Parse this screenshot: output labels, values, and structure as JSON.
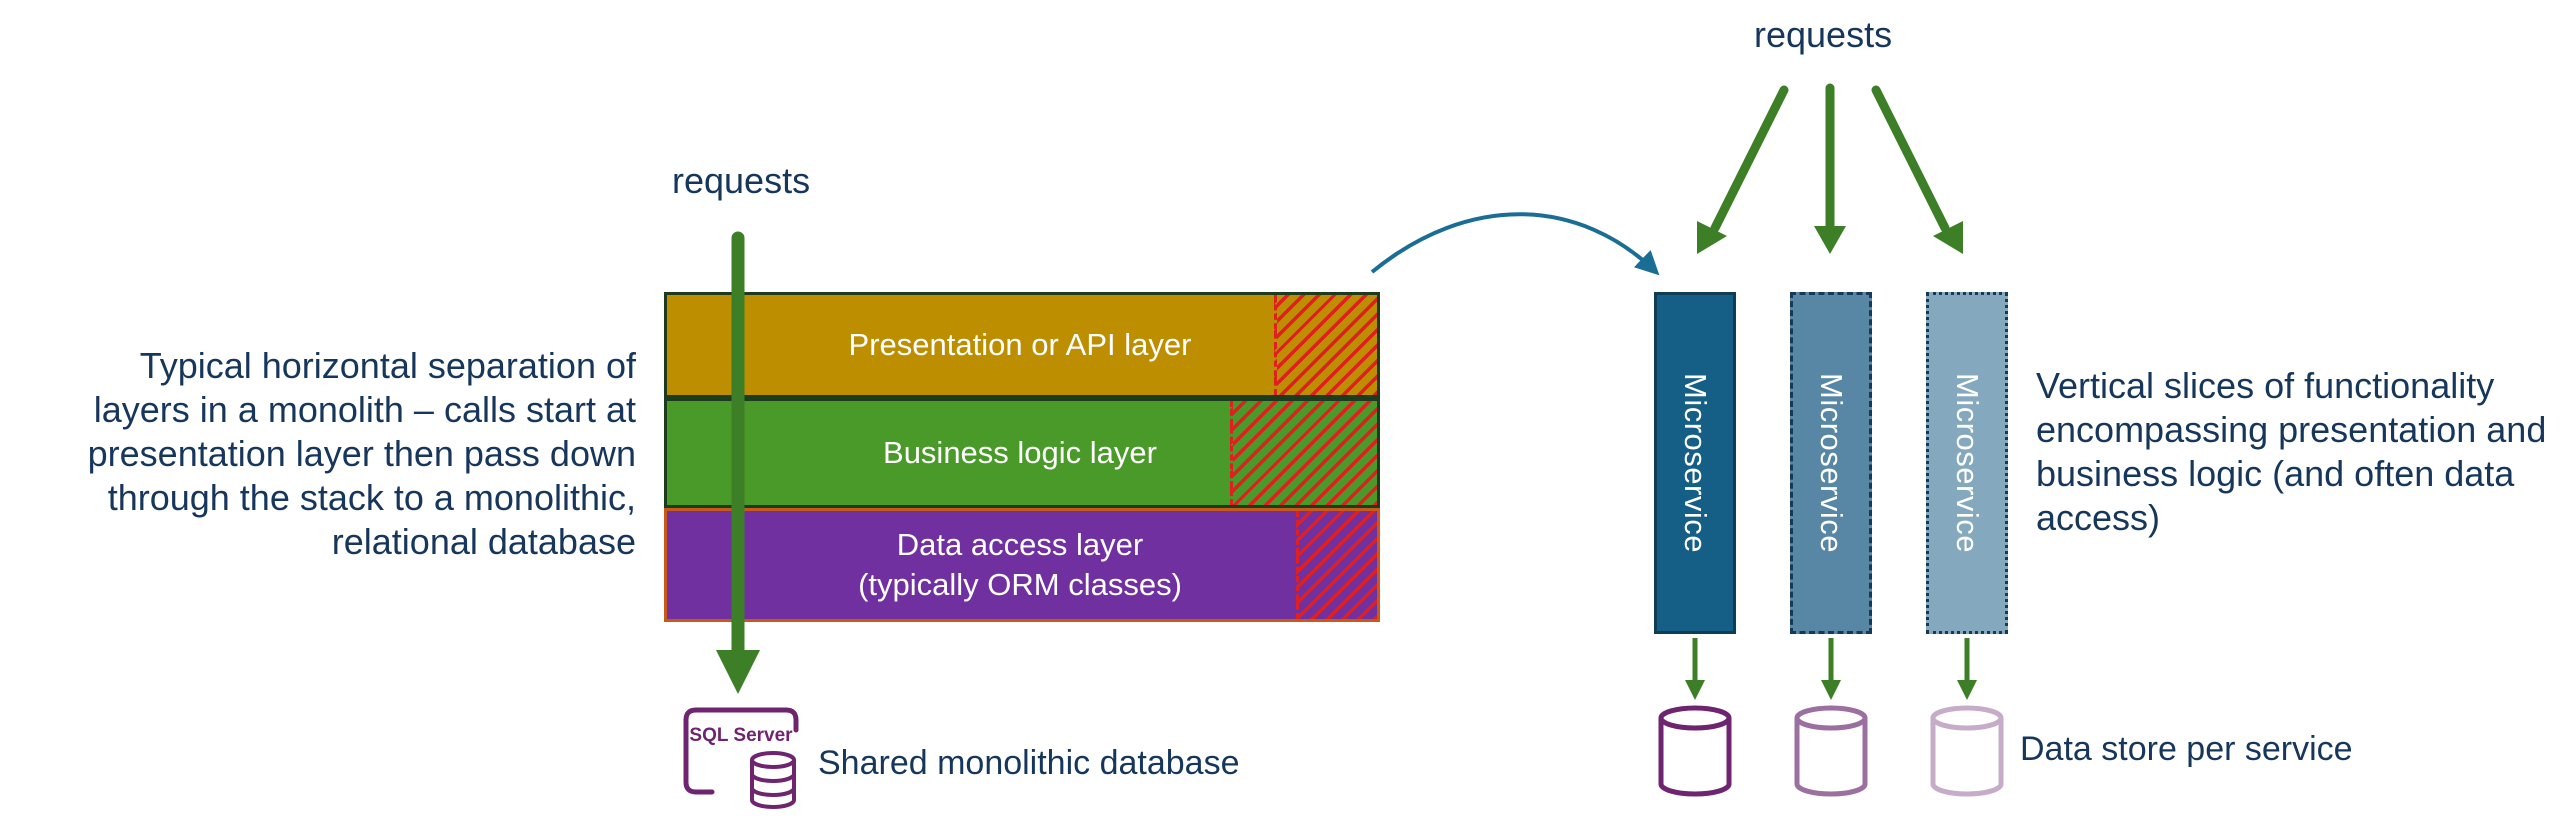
{
  "monolith": {
    "caption": "Typical horizontal separation of layers in a monolith – calls start at presentation layer then pass down through the stack to a monolithic, relational database",
    "requests_label": "requests",
    "layers": [
      {
        "label": "Presentation or API layer",
        "fill": "#bc8e00"
      },
      {
        "label": "Business logic layer",
        "fill": "#4a9a2a"
      },
      {
        "label": "Data access layer\n(typically ORM classes)",
        "fill": "#7030a0"
      }
    ],
    "database": {
      "icon_text": "SQL Server",
      "icon": "sql-server-database-icon",
      "label": "Shared monolithic database"
    }
  },
  "microservices": {
    "requests_label": "requests",
    "caption": "Vertical slices of functionality encompassing presentation and business logic (and often data access)",
    "services": [
      {
        "label": "Microservice",
        "fill": "#155f86",
        "border": "solid"
      },
      {
        "label": "Microservice",
        "fill": "#5887a6",
        "border": "dashed"
      },
      {
        "label": "Microservice",
        "fill": "#84a9be",
        "border": "dotted"
      }
    ],
    "datastore_label": "Data store per service",
    "datastore_icon": "cylinder-database-icon"
  },
  "colors": {
    "text": "#16365c",
    "arrow_green": "#3d7f26",
    "curve_arrow": "#1a6e96",
    "hatch_red": "#e02020",
    "db_purple": "#6f2470"
  }
}
